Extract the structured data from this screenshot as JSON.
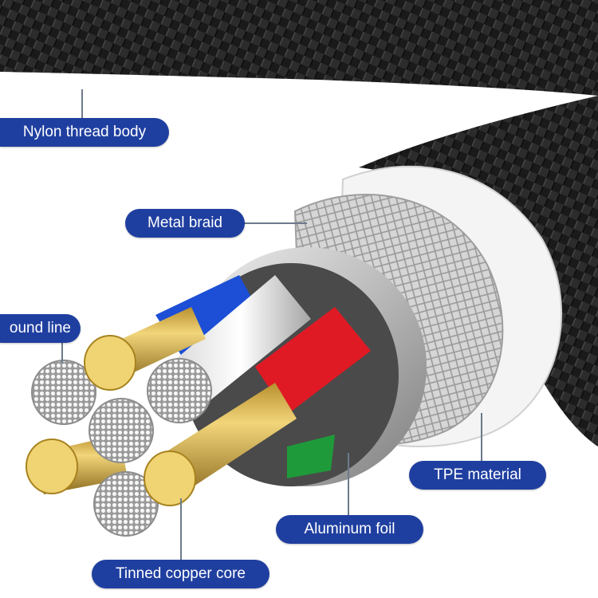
{
  "labels": {
    "nylon": "Nylon thread body",
    "metal_braid": "Metal braid",
    "ground": "ound line",
    "tpe": "TPE material",
    "foil": "Aluminum foil",
    "core": "Tinned copper core"
  },
  "colors": {
    "label_bg": "#1f3fa0",
    "label_text": "#ffffff",
    "wire_red": "#e01a24",
    "wire_blue": "#1c4fd6",
    "wire_green": "#1f9a3a",
    "gold": "#d9b44a",
    "nylon": "#151515"
  }
}
